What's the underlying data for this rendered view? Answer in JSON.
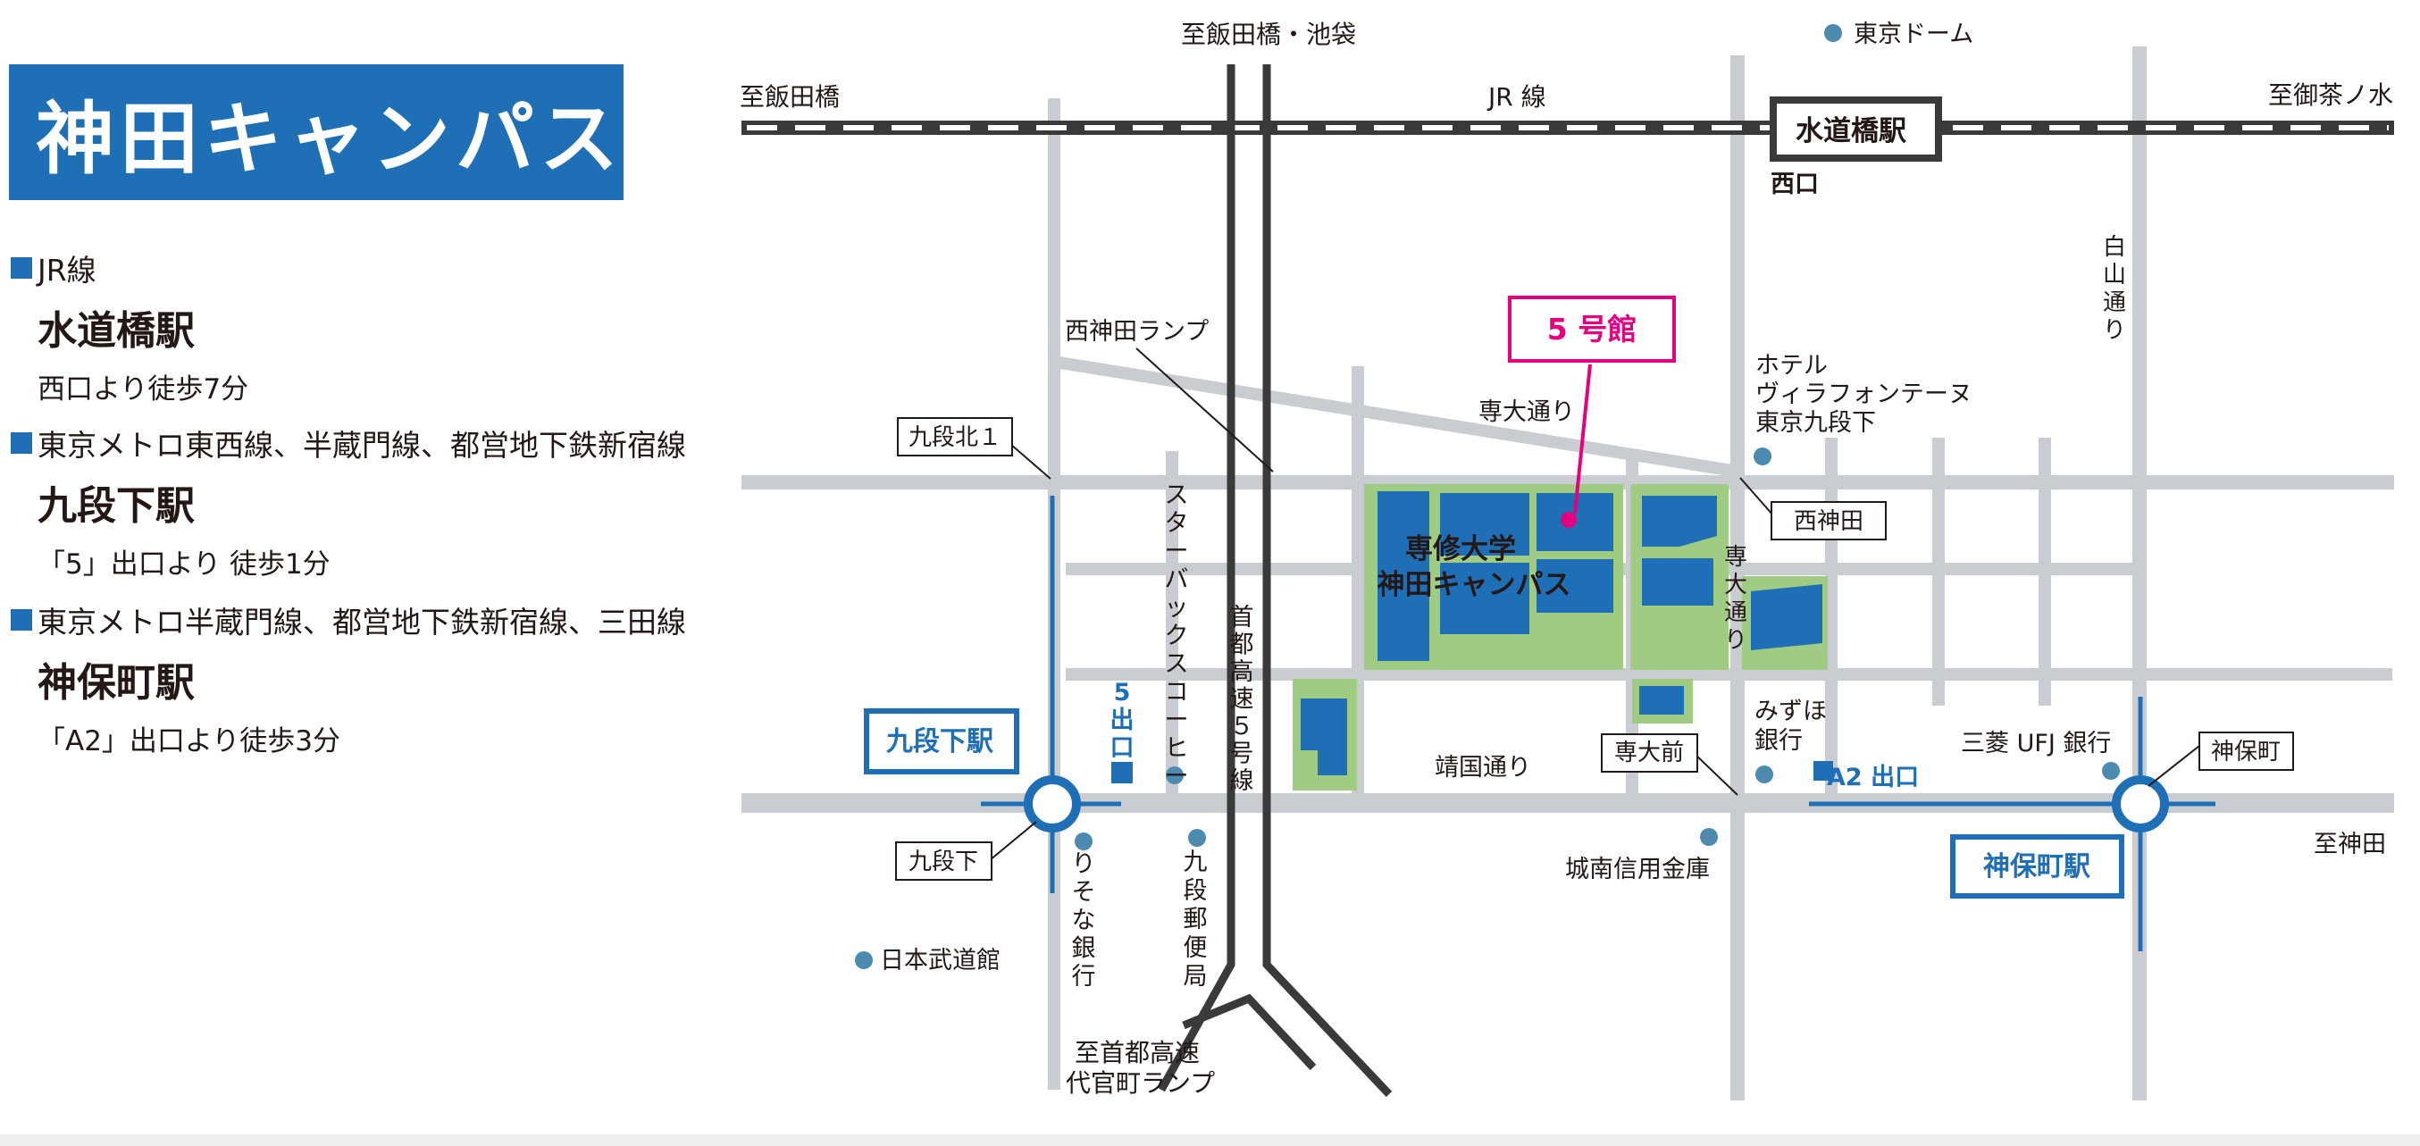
{
  "campus_title": "神田キャンパス",
  "access": [
    {
      "line": "JR線",
      "station": "水道橋駅",
      "walk": "西口より徒歩7分"
    },
    {
      "line": "東京メトロ東西線、半蔵門線、都営地下鉄新宿線",
      "station": "九段下駅",
      "walk": "「5」出口より 徒歩1分"
    },
    {
      "line": "東京メトロ半蔵門線、都営地下鉄新宿線、三田線",
      "station": "神保町駅",
      "walk": "「A2」出口より徒歩3分"
    }
  ],
  "map": {
    "colors": {
      "road": "#c9cdd2",
      "expressway": "#3a3a3a",
      "blue": "#1e6fb6",
      "green": "#9fcb83",
      "magenta": "#e4007f",
      "dot": "#4d8ab0"
    },
    "to_iidabashi_ikebukuro": "至飯田橋・池袋",
    "to_iidabashi": "至飯田橋",
    "jr_line": "JR 線",
    "to_ochanomizu": "至御茶ノ水",
    "suidobashi_station": "水道橋駅",
    "west_exit": "西口",
    "tokyo_dome": "東京ドーム",
    "nishikanda_ramp": "西神田ランプ",
    "kudankita_1": "九段北１",
    "senshu_dori_top": "専大通り",
    "senshu_dori_right": "専大通り",
    "hotel": [
      "ホテル",
      "ヴィラフォンテーヌ",
      "東京九段下"
    ],
    "building5": "5 号館",
    "nishikanda": "西神田",
    "hakusan_dori": "白山通り",
    "starbucks": "スターバックスコーヒー",
    "expressway": "首都高速５号線",
    "exit5": [
      "5",
      "出口"
    ],
    "campus_label": [
      "専修大学",
      "神田キャンパス"
    ],
    "kudanshita_station": "九段下駅",
    "yasukuni_dori": "靖国通り",
    "mizuho": [
      "みずほ",
      "銀行"
    ],
    "senmae": "専大前",
    "a2_exit": "A2 出口",
    "mufg": "三菱 UFJ 銀行",
    "jimbocho": "神保町",
    "jimbocho_station": "神保町駅",
    "to_kanda": "至神田",
    "kudanshita": "九段下",
    "resona": "りそな銀行",
    "post_office": "九段郵便局",
    "jonan": "城南信用金庫",
    "budokan": "日本武道館",
    "to_shuto": [
      "至首都高速",
      "代官町ランプ"
    ]
  }
}
